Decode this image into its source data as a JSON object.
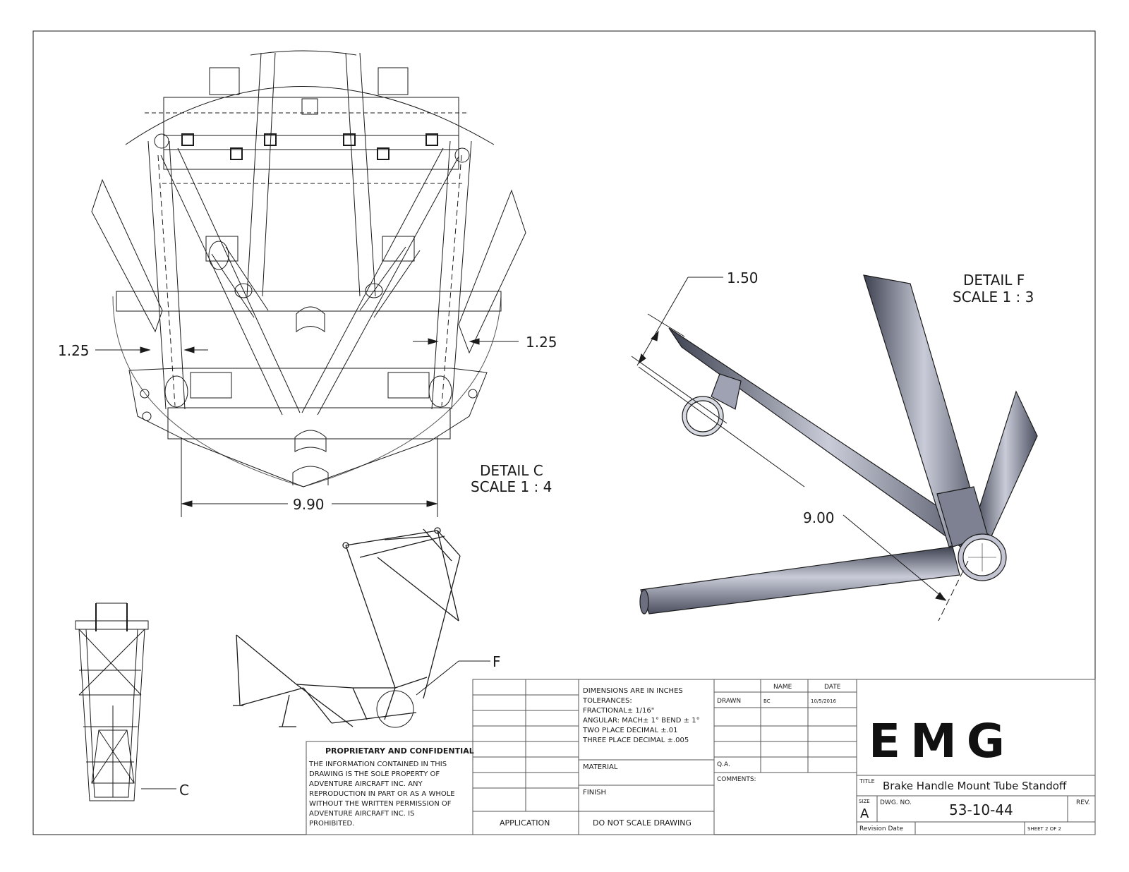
{
  "details": {
    "c": {
      "title": "DETAIL C",
      "scale": "SCALE 1 : 4"
    },
    "f": {
      "title": "DETAIL F",
      "scale": "SCALE 1 : 3"
    }
  },
  "dimensions": {
    "c_left": "1.25",
    "c_right": "1.25",
    "c_width": "9.90",
    "f_offset": "1.50",
    "f_length": "9.00"
  },
  "callouts": {
    "c": "C",
    "f": "F"
  },
  "proprietary": {
    "heading": "PROPRIETARY AND CONFIDENTIAL",
    "lines": [
      "THE INFORMATION CONTAINED IN THIS",
      "DRAWING IS THE SOLE PROPERTY OF",
      "ADVENTURE AIRCRAFT INC.  ANY",
      "REPRODUCTION IN PART OR AS A WHOLE",
      "WITHOUT THE WRITTEN PERMISSION OF",
      "ADVENTURE AIRCRAFT INC. IS",
      "PROHIBITED."
    ]
  },
  "tolerances": {
    "lines": [
      "DIMENSIONS ARE IN INCHES",
      "TOLERANCES:",
      "FRACTIONAL± 1/16\"",
      "ANGULAR: MACH± 1° BEND ± 1°",
      "TWO PLACE DECIMAL    ±.01",
      "THREE PLACE DECIMAL  ±.005"
    ]
  },
  "title_block": {
    "col_name": "NAME",
    "col_date": "DATE",
    "drawn_label": "DRAWN",
    "drawn_name": "BC",
    "drawn_date": "10/5/2016",
    "qa_label": "Q.A.",
    "comments_label": "COMMENTS:",
    "material_label": "MATERIAL",
    "finish_label": "FINISH",
    "application_label": "APPLICATION",
    "no_scale": "DO NOT SCALE DRAWING",
    "logo": "EMG",
    "title_label": "TITLE",
    "title": "Brake Handle Mount Tube Standoff",
    "size_label": "SIZE",
    "size": "A",
    "dwg_no_label": "DWG.  NO.",
    "dwg_no": "53-10-44",
    "rev_label": "REV.",
    "revision_date_label": "Revision Date",
    "sheet": "SHEET 2 OF 2"
  },
  "colors": {
    "line": "#1a1a1a",
    "tube_dark": "#4a4e5e",
    "tube_light": "#b8bccb"
  }
}
